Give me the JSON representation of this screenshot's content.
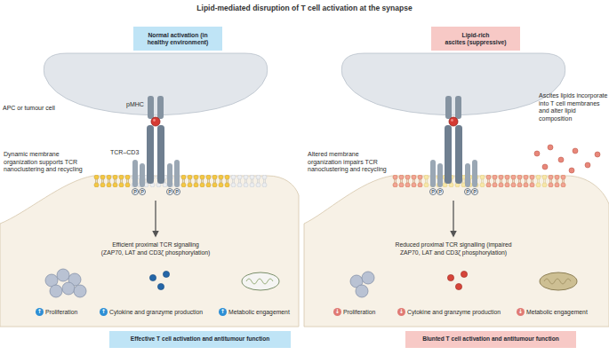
{
  "diagram": {
    "title": "Lipid-mediated disruption of T cell activation at the synapse",
    "nodes": [
      {
        "text": [
          "Normal activation (in healthy environment)"
        ]
      },
      {
        "text": [
          "APC or tumour cell"
        ]
      },
      {
        "text": [
          "Efficient proximal TCR signalling (ZAP70, LAT and CD3ζ phosphorylation)",
          "↑",
          "Proliferation",
          "↑",
          "Cytokine and granzyme production",
          "↑",
          "Metabolic engagement"
        ]
      },
      {
        "text": [
          "Effective T cell activation and antitumour function"
        ]
      },
      {
        "text": [
          "Lipid-rich ascites (suppressive)"
        ]
      },
      {
        "text": [
          "Reduced proximal TCR signalling (impaired ZAP70, LAT and CD3ζ phosphorylation)",
          "↓",
          "Proliferation",
          "↓",
          "Cytokine and granzyme production",
          "↓",
          "Metabolic engagement"
        ]
      },
      {
        "text": [
          "Blunted T cell activation and antitumour function"
        ]
      }
    ],
    "labels": [
      "pMHC",
      "TCR–CD3",
      "Dynamic membrane organization supports TCR nanoclustering and recycling",
      "P",
      "P",
      "P",
      "P",
      "Altered membrane organization impairs TCR nanoclustering and recycling",
      "Ascites lipids incorporate into T cell membranes and alter lipid composition",
      "P",
      "P",
      "P",
      "P"
    ]
  }
}
